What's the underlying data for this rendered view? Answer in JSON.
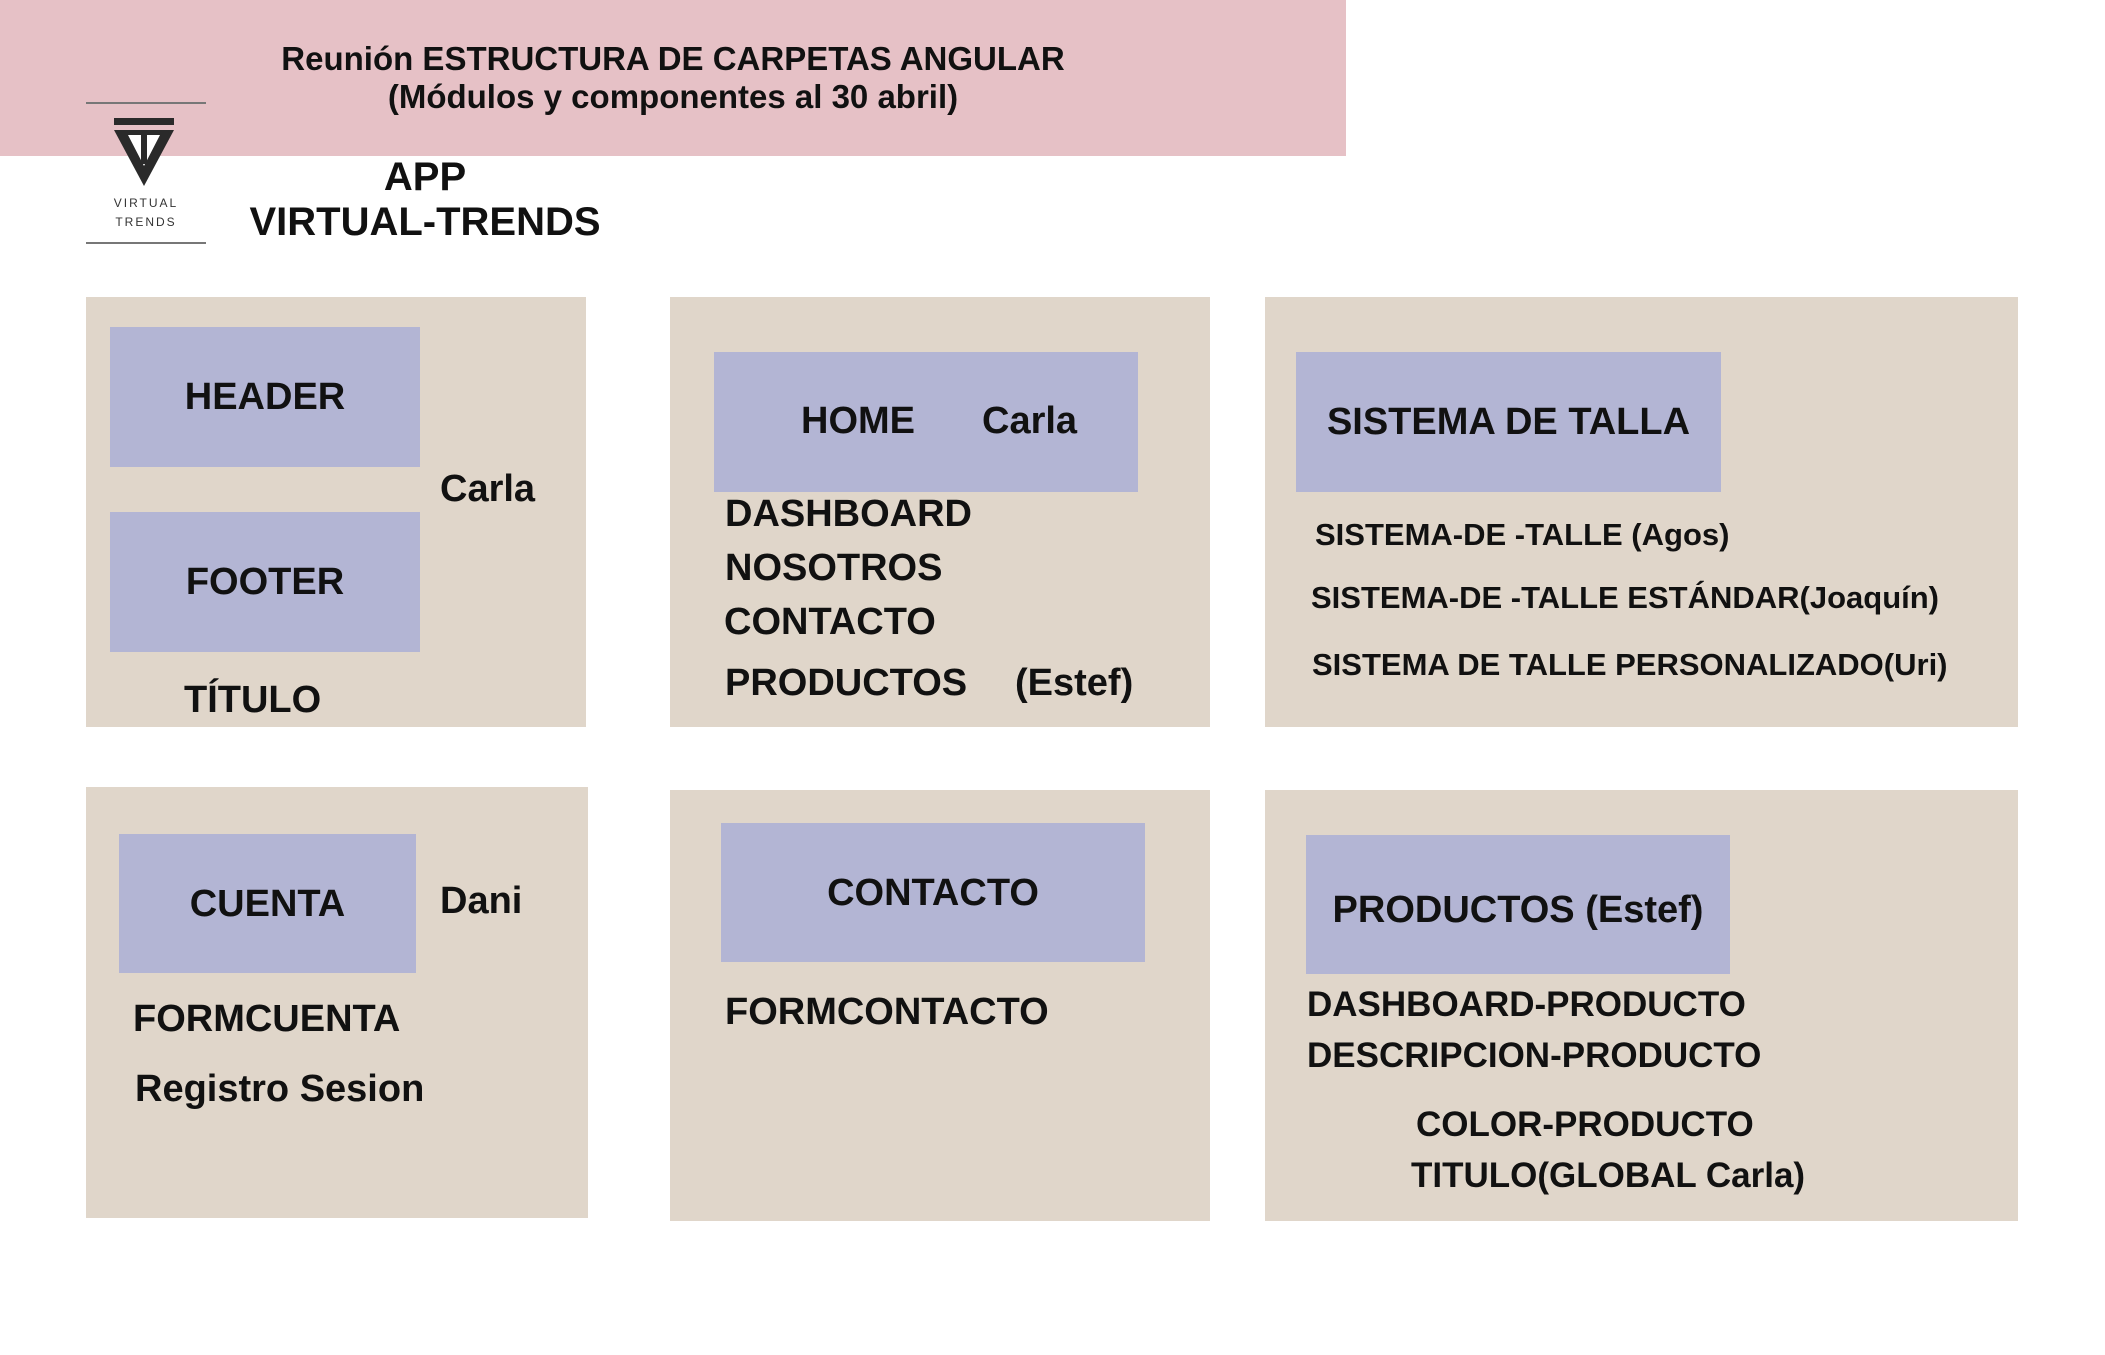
{
  "logo": {
    "line1": "VIRTUAL",
    "line2": "TRENDS"
  },
  "app_title": {
    "line1": "APP",
    "line2": "VIRTUAL-TRENDS"
  },
  "banner": {
    "line1": "Reunión ESTRUCTURA DE CARPETAS ANGULAR",
    "line2": "(Módulos y componentes al 30 abril)"
  },
  "panel_layout": {
    "header": "HEADER",
    "footer": "FOOTER",
    "owner": "Carla",
    "item": "TÍTULO"
  },
  "panel_home": {
    "module": "HOME",
    "owner": "Carla",
    "items": [
      "DASHBOARD",
      "NOSOTROS",
      "CONTACTO",
      "PRODUCTOS"
    ],
    "products_owner": "(Estef)"
  },
  "panel_talla": {
    "module": "SISTEMA DE TALLA",
    "items": [
      "SISTEMA-DE -TALLE (Agos)",
      "SISTEMA-DE -TALLE ESTÁNDAR(Joaquín)",
      "SISTEMA DE TALLE  PERSONALIZADO(Uri)"
    ]
  },
  "panel_cuenta": {
    "module": "CUENTA",
    "owner": "Dani",
    "items": [
      "FORMCUENTA",
      "Registro Sesion"
    ]
  },
  "panel_contacto": {
    "module": "CONTACTO",
    "items": [
      "FORMCONTACTO"
    ]
  },
  "panel_productos": {
    "module": "PRODUCTOS (Estef)",
    "items": [
      "DASHBOARD-PRODUCTO",
      "DESCRIPCION-PRODUCTO",
      "COLOR-PRODUCTO",
      "TITULO(GLOBAL Carla)"
    ]
  },
  "colors": {
    "panel_bg": "#e0d6ca",
    "module_box": "#b3b5d4",
    "banner_bg": "#e6c1c6",
    "text": "#111111"
  }
}
